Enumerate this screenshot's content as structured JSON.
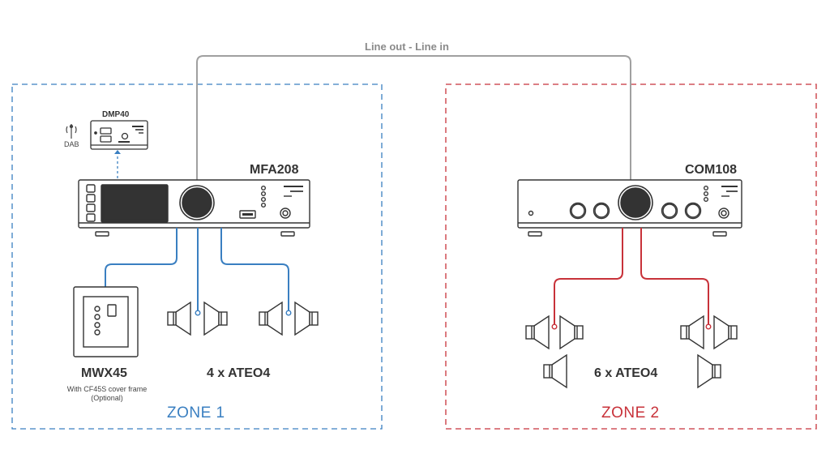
{
  "connection": {
    "label": "Line out - Line in"
  },
  "zones": [
    {
      "label": "ZONE 1",
      "color": "#3a7fc1"
    },
    {
      "label": "ZONE 2",
      "color": "#c8323a"
    }
  ],
  "devices": {
    "dmp40": {
      "name": "DMP40",
      "antenna_label": "DAB"
    },
    "mfa208": {
      "name": "MFA208"
    },
    "com108": {
      "name": "COM108"
    },
    "mwx45": {
      "name": "MWX45",
      "note_line1": "With CF45S cover frame",
      "note_line2": "(Optional)"
    }
  },
  "speaker_groups": [
    {
      "label": "4 x ATEO4",
      "zone": "ZONE 1"
    },
    {
      "label": "6 x ATEO4",
      "zone": "ZONE 2"
    }
  ],
  "colors": {
    "device_stroke": "#333333",
    "connection_gray": "#a0a0a0",
    "zone1": "#3a7fc1",
    "zone2": "#c8323a"
  }
}
